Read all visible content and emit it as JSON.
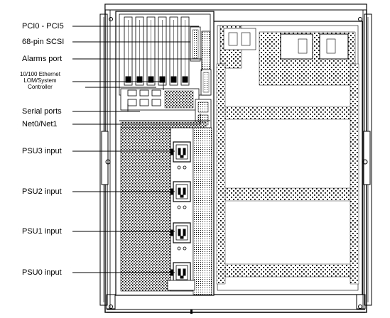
{
  "labels": {
    "pci": "PCI0 - PCI5",
    "scsi": "68-pin  SCSI",
    "alarms": "Alarms  port",
    "ethernet_line1": "10/100 Ethernet",
    "ethernet_line2": "LOM/System",
    "ethernet_line3": "Controller",
    "serial": "Serial  ports",
    "net": "Net0/Net1",
    "psu3": "PSU3  input",
    "psu2": "PSU2  input",
    "psu1": "PSU1  input",
    "psu0": "PSU0  input"
  },
  "colors": {
    "ink": "#000000",
    "paper": "#ffffff",
    "panel_shade": "#dcdcdc"
  },
  "pci_slot_count": 6,
  "psu_count": 4
}
